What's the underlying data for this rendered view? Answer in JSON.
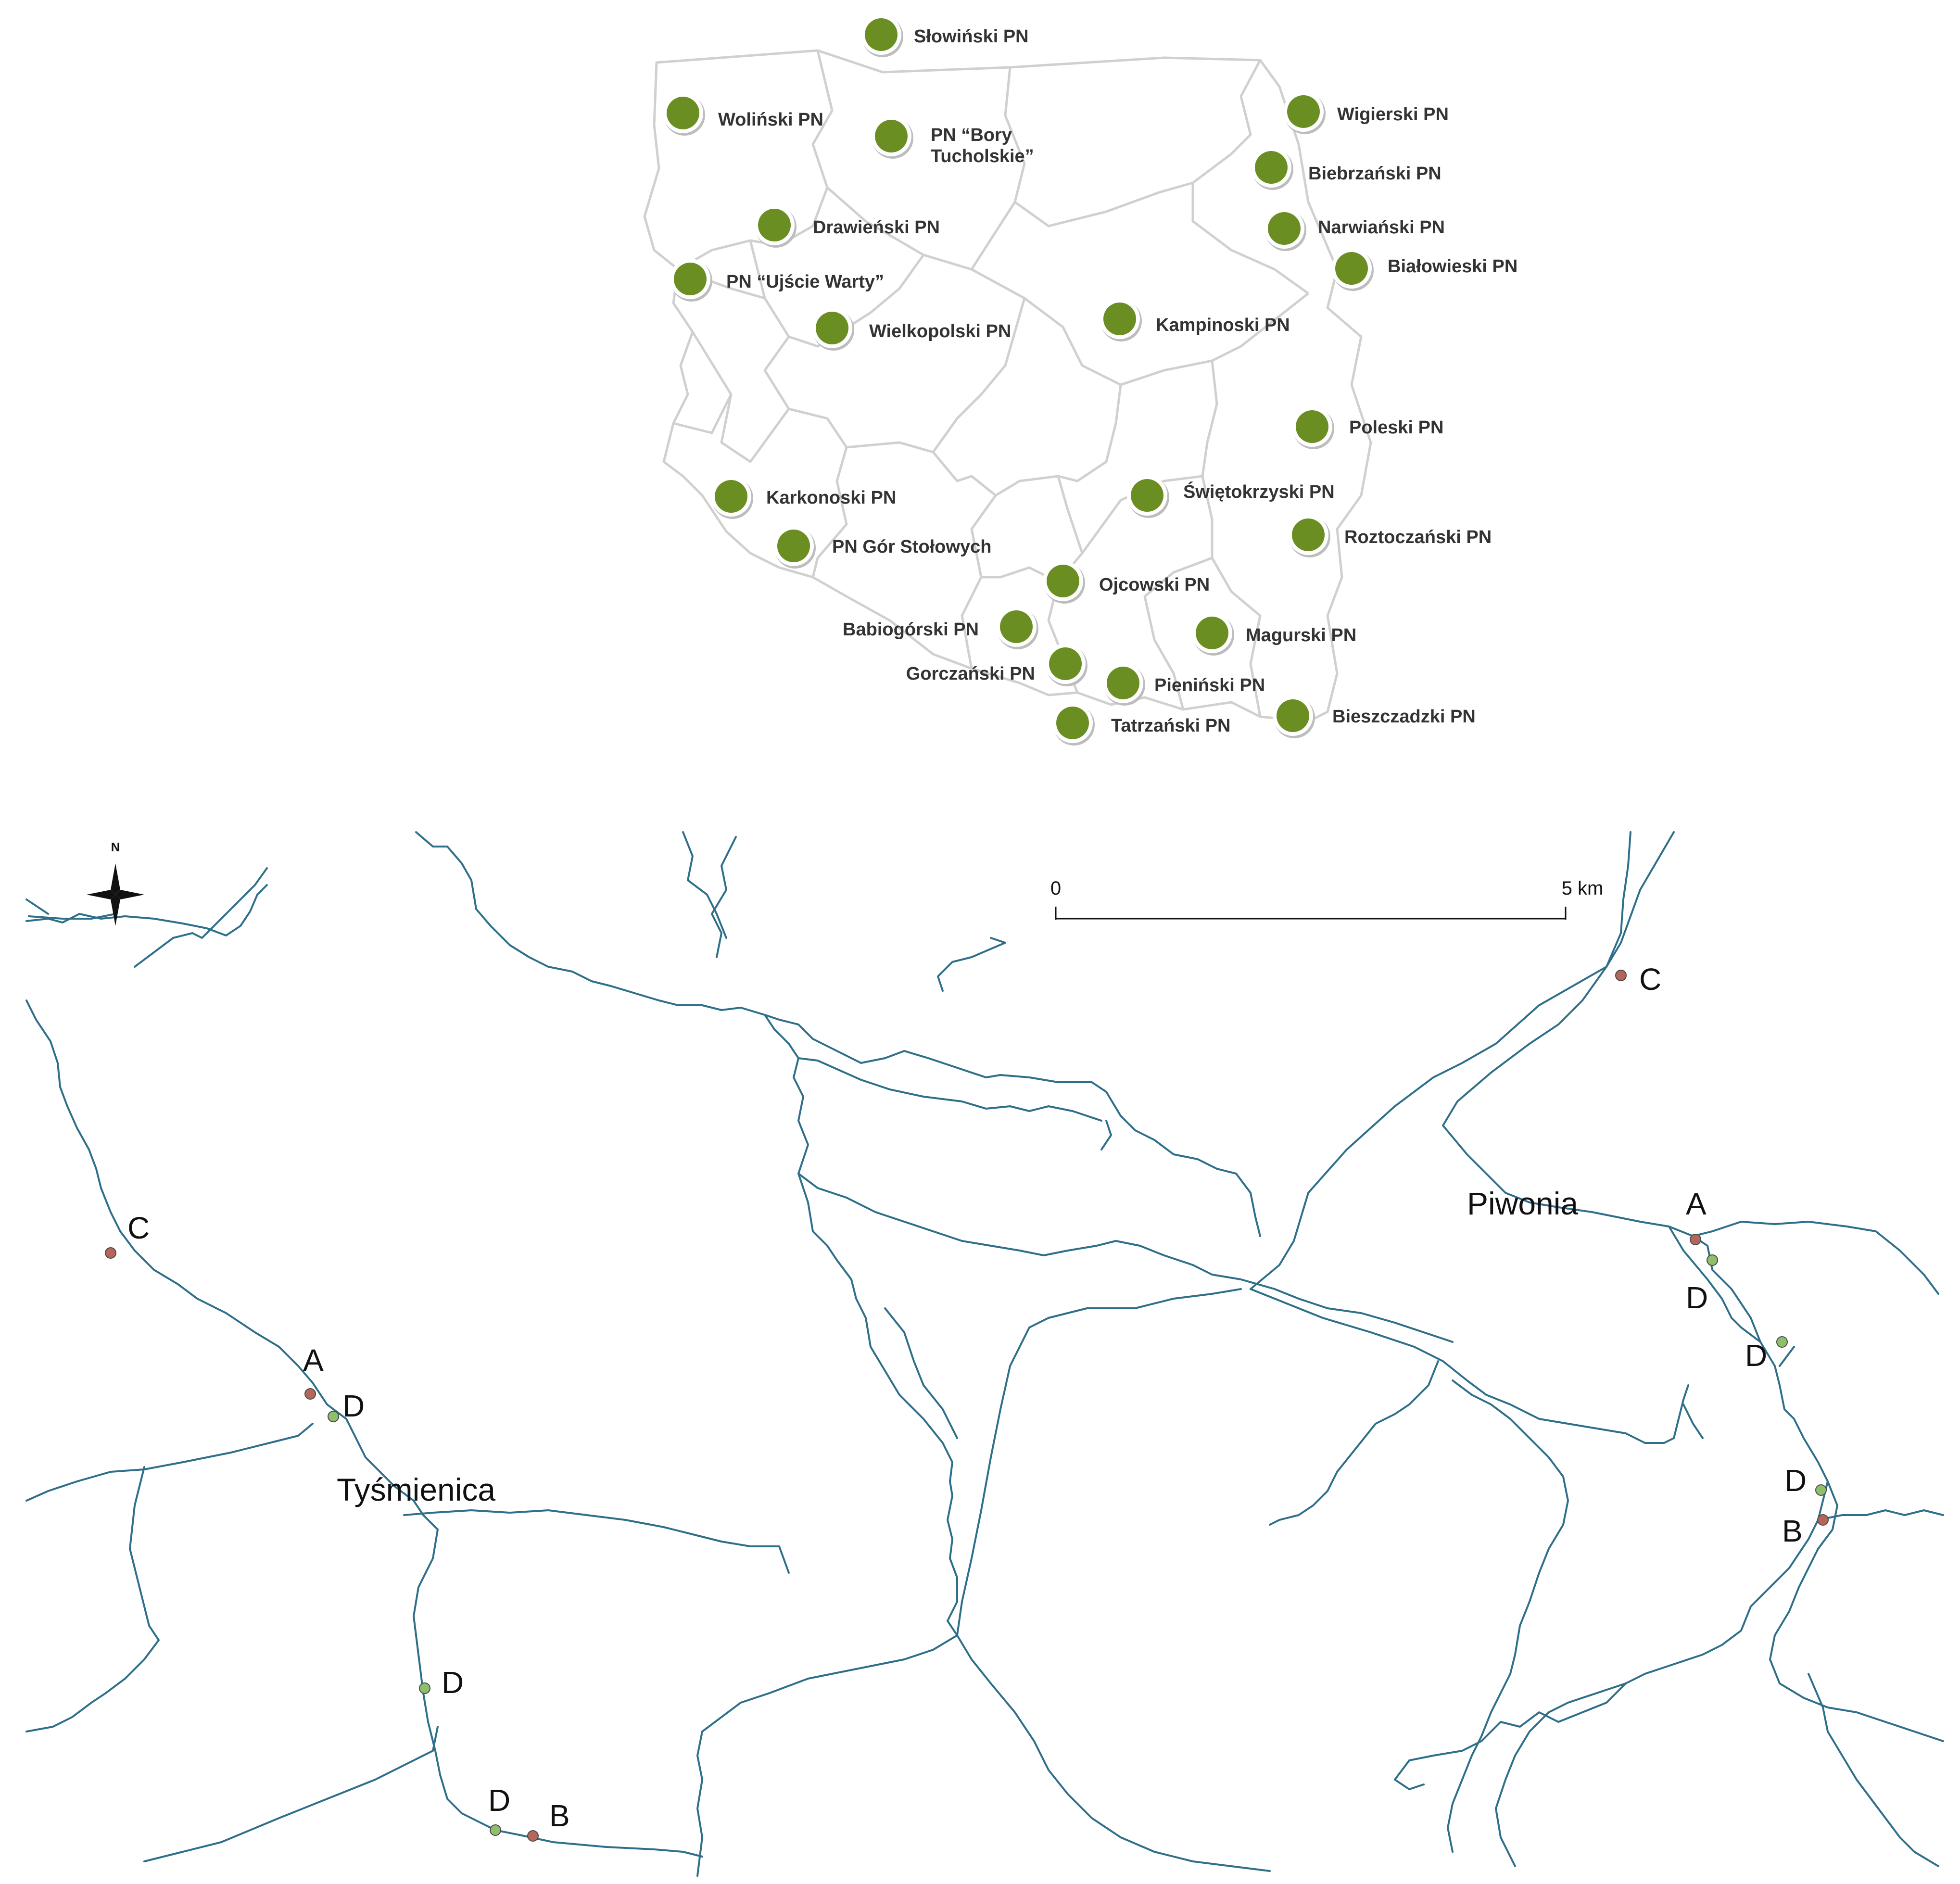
{
  "poland_map": {
    "parks": [
      {
        "name": "Słowiński PN"
      },
      {
        "name": "Woliński PN"
      },
      {
        "name": "PN “Bory\nTucholskie”"
      },
      {
        "name": "Wigierski PN"
      },
      {
        "name": "Biebrzański PN"
      },
      {
        "name": "Drawieński PN"
      },
      {
        "name": "Narwiański PN"
      },
      {
        "name": "Białowieski PN"
      },
      {
        "name": "PN “Ujście Warty”"
      },
      {
        "name": "Wielkopolski PN"
      },
      {
        "name": "Kampinoski PN"
      },
      {
        "name": "Poleski PN"
      },
      {
        "name": "Karkonoski PN"
      },
      {
        "name": "Świętokrzyski PN"
      },
      {
        "name": "Roztoczański PN"
      },
      {
        "name": "PN Gór Stołowych"
      },
      {
        "name": "Ojcowski PN"
      },
      {
        "name": "Babiogórski PN"
      },
      {
        "name": "Magurski PN"
      },
      {
        "name": "Gorczański PN"
      },
      {
        "name": "Pieniński PN"
      },
      {
        "name": "Tatrzański PN"
      },
      {
        "name": "Bieszczadzki PN"
      }
    ],
    "colors": {
      "marker": "#6b8e23",
      "marker_ring": "#ffffff",
      "border": "#d0d0d0"
    }
  },
  "river_map": {
    "north_label": "N",
    "scale": {
      "start": "0",
      "end": "5 km"
    },
    "rivers": [
      {
        "name": "Tyśmienica"
      },
      {
        "name": "Piwonia"
      }
    ],
    "sites_tysmienica": [
      {
        "label": "C",
        "type": "red"
      },
      {
        "label": "A",
        "type": "red"
      },
      {
        "label": "D",
        "type": "green"
      },
      {
        "label": "D",
        "type": "green"
      },
      {
        "label": "D",
        "type": "green"
      },
      {
        "label": "B",
        "type": "red"
      }
    ],
    "sites_piwonia": [
      {
        "label": "C",
        "type": "red"
      },
      {
        "label": "A",
        "type": "red"
      },
      {
        "label": "D",
        "type": "green"
      },
      {
        "label": "D",
        "type": "green"
      },
      {
        "label": "D",
        "type": "green"
      },
      {
        "label": "B",
        "type": "red"
      }
    ],
    "colors": {
      "river": "#2f6f8a",
      "site_red": "#b5665a",
      "site_green": "#8fbf6a"
    }
  }
}
